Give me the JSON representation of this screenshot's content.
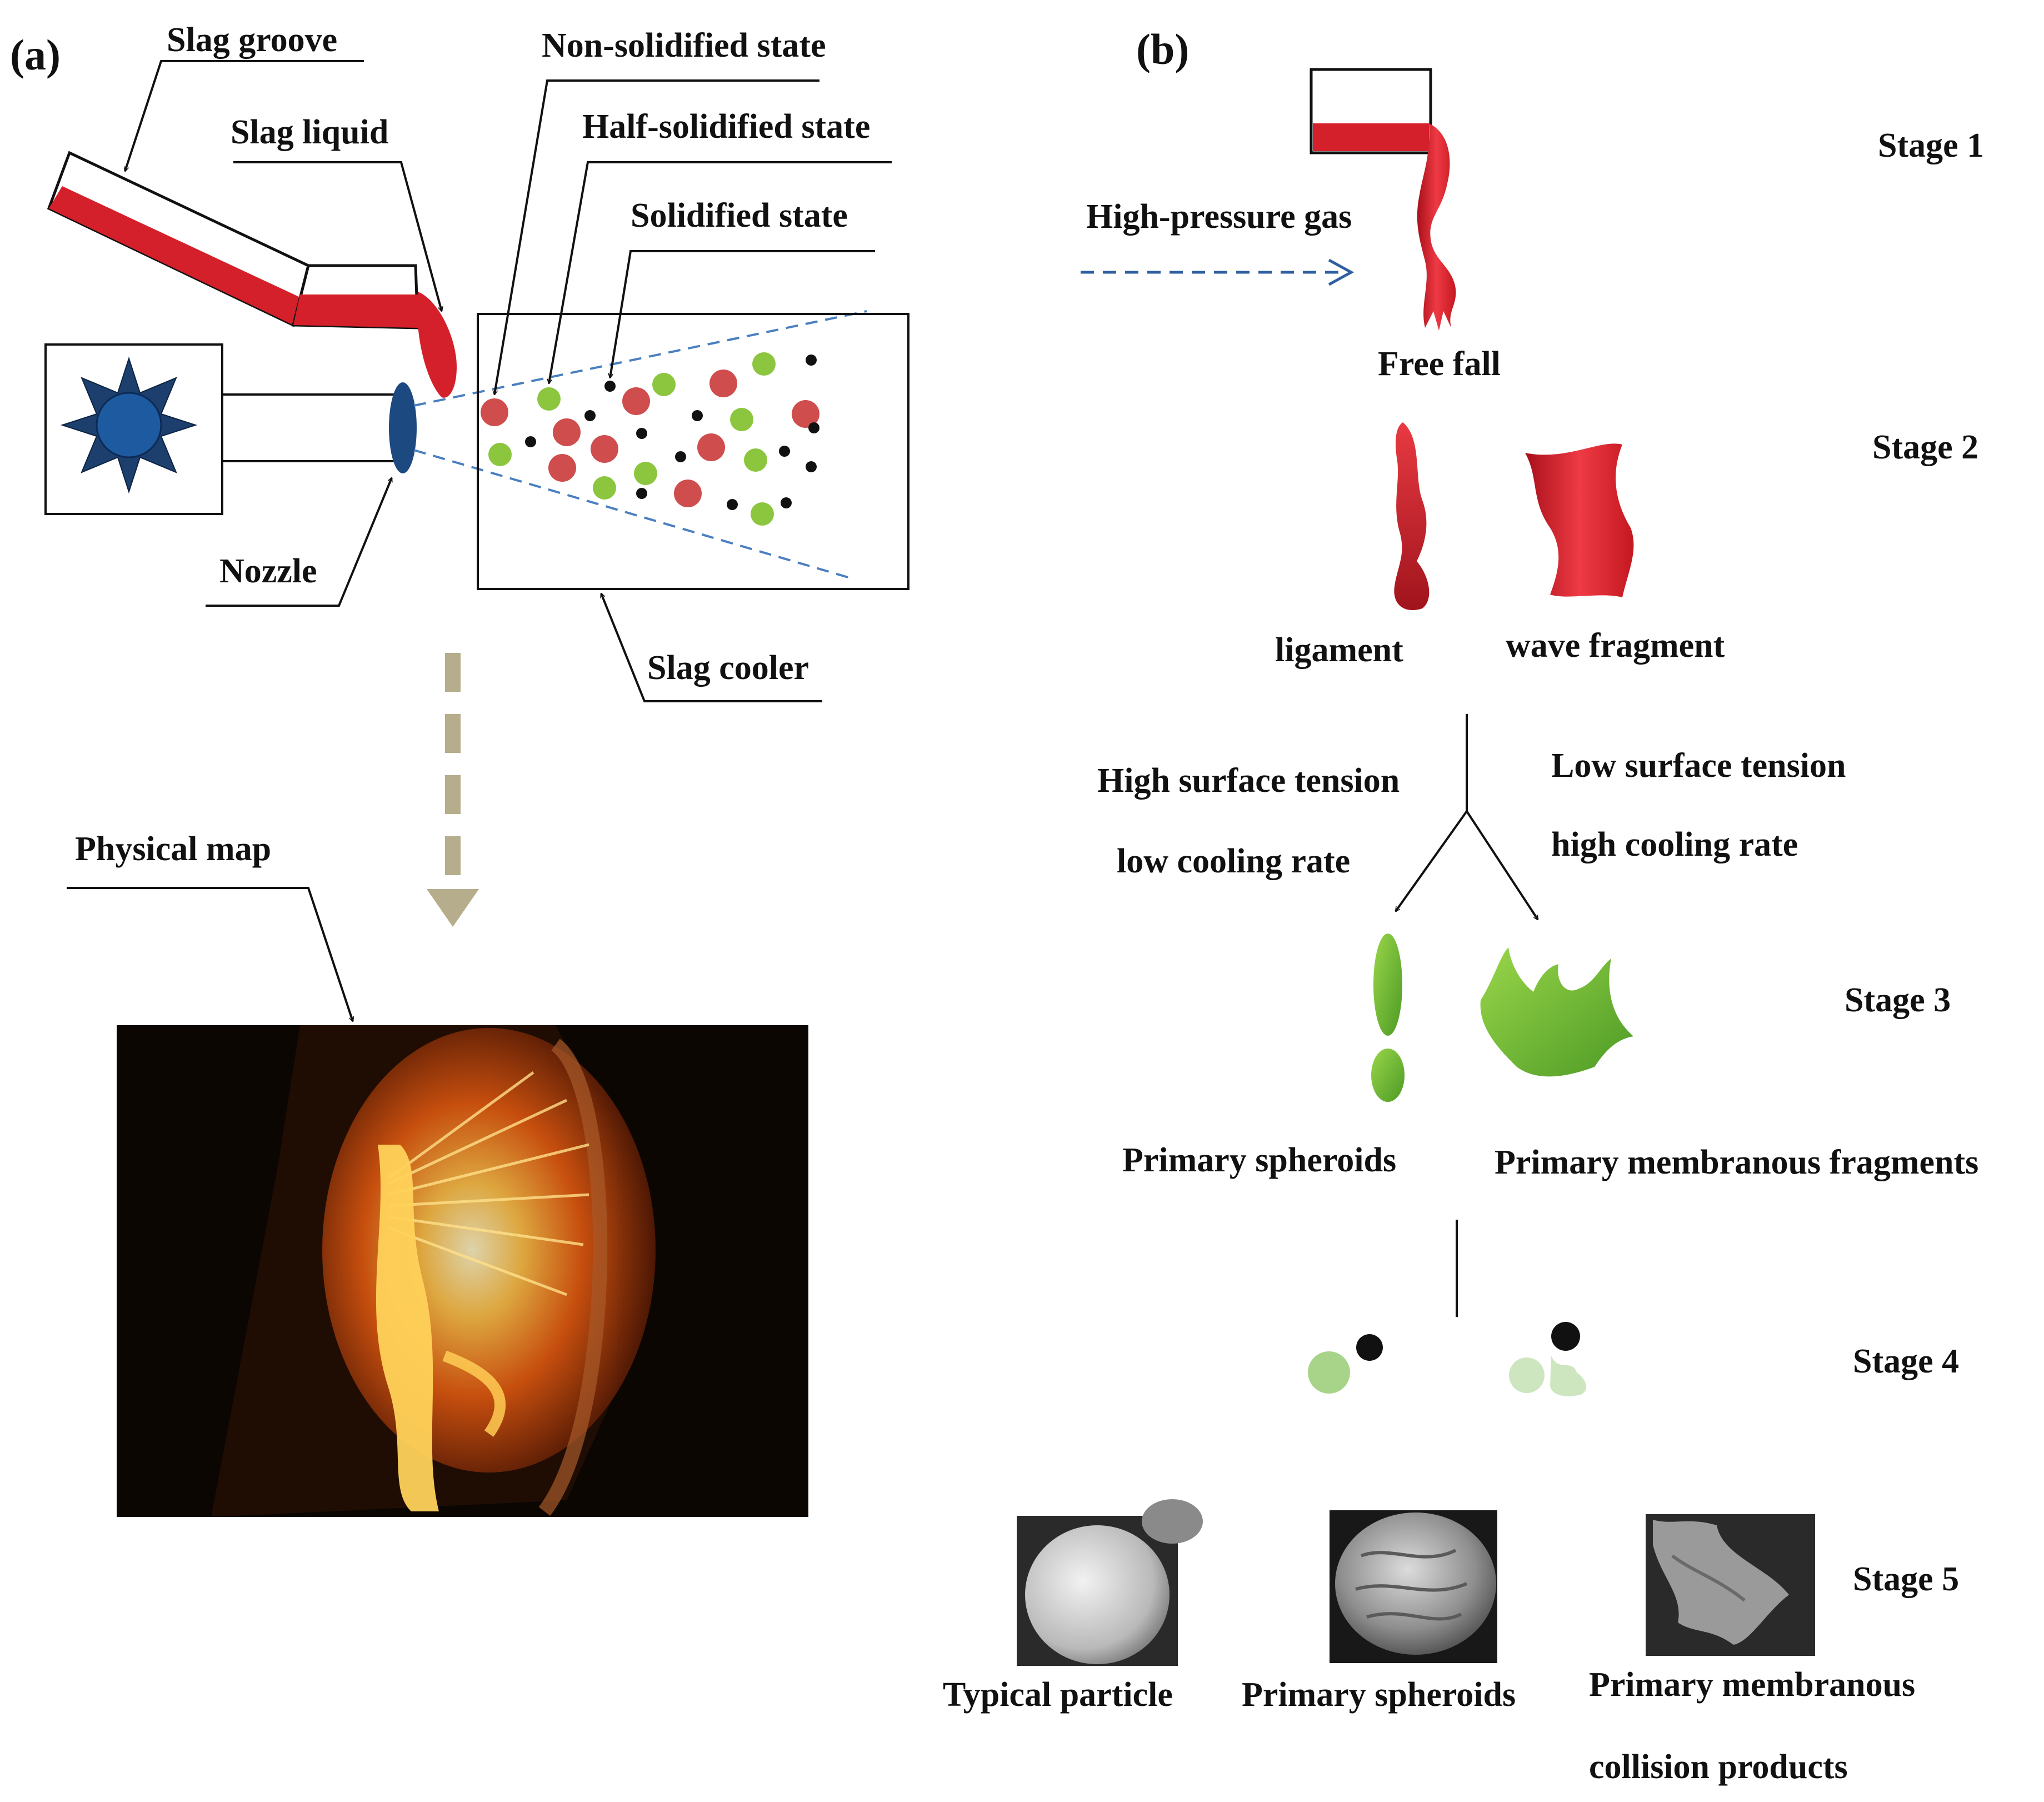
{
  "panel_a": {
    "label": "(a)",
    "slag_groove_label": "Slag groove",
    "slag_liquid_label": "Slag liquid",
    "non_solidified_label": "Non-solidified state",
    "half_solidified_label": "Half-solidified state",
    "solidified_label": "Solidified state",
    "nozzle_label": "Nozzle",
    "slag_cooler_label": "Slag cooler",
    "physical_map_label": "Physical map"
  },
  "panel_b": {
    "label": "(b)",
    "stage1": "Stage 1",
    "stage2": "Stage 2",
    "stage3": "Stage  3",
    "stage4": "Stage 4",
    "stage5": "Stage 5",
    "gas_label": "High-pressure gas",
    "free_fall_label": "Free fall",
    "ligament_label": "ligament",
    "wave_fragment_label": "wave fragment",
    "high_tension_line1": "High surface tension",
    "high_tension_line2": "low cooling rate",
    "low_tension_line1": "Low surface tension",
    "low_tension_line2": "high cooling rate",
    "primary_spheroids_label": "Primary spheroids",
    "membranous_fragments_label": "Primary membranous fragments",
    "typical_particle_label": "Typical particle",
    "photo_spheroids_label": "Primary spheroids",
    "collision_line1": "Primary membranous",
    "collision_line2": "collision products"
  },
  "colors": {
    "slag_red": "#d4202a",
    "particle_red": "#cf4d4d",
    "particle_green": "#8cc63f",
    "nozzle_blue": "#1c4a80",
    "gas_arrow_blue": "#2f5fa0",
    "arrow_khaki": "#b5ad8b"
  }
}
